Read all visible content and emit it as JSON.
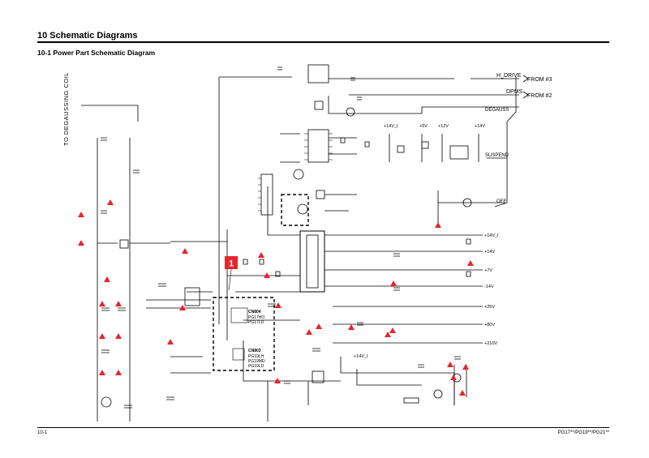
{
  "header": {
    "section_title": "10 Schematic Diagrams",
    "subsection_title": "10-1 Power Part Schematic Diagram"
  },
  "footer": {
    "page_number": "10-1",
    "model_numbers": "PG17**/PG19**/PG21**"
  },
  "diagram": {
    "side_label": "TO DEGAUSSING COIL",
    "signals": [
      "H_DRIVE",
      "FROM #3",
      "DPMS",
      "FROM #2",
      "DEGAUSS",
      "SUSPEND",
      "OFF"
    ],
    "supply_labels": [
      "+14V_I",
      "+5V",
      "+12V",
      "+14V"
    ],
    "outputs": [
      "+14V_I",
      "+14V",
      "+7V",
      "-14V",
      "+25V",
      "+80V",
      "+210V"
    ],
    "bottom_supply": "+14V_I",
    "marker": "1",
    "ic_blocks": [
      {
        "name": "CN804",
        "lines": [
          "PG17HO",
          "PG17LD"
        ]
      },
      {
        "name": "CN803",
        "lines": [
          "PG19LH",
          "PG19MD",
          "PG19LD"
        ]
      }
    ]
  }
}
